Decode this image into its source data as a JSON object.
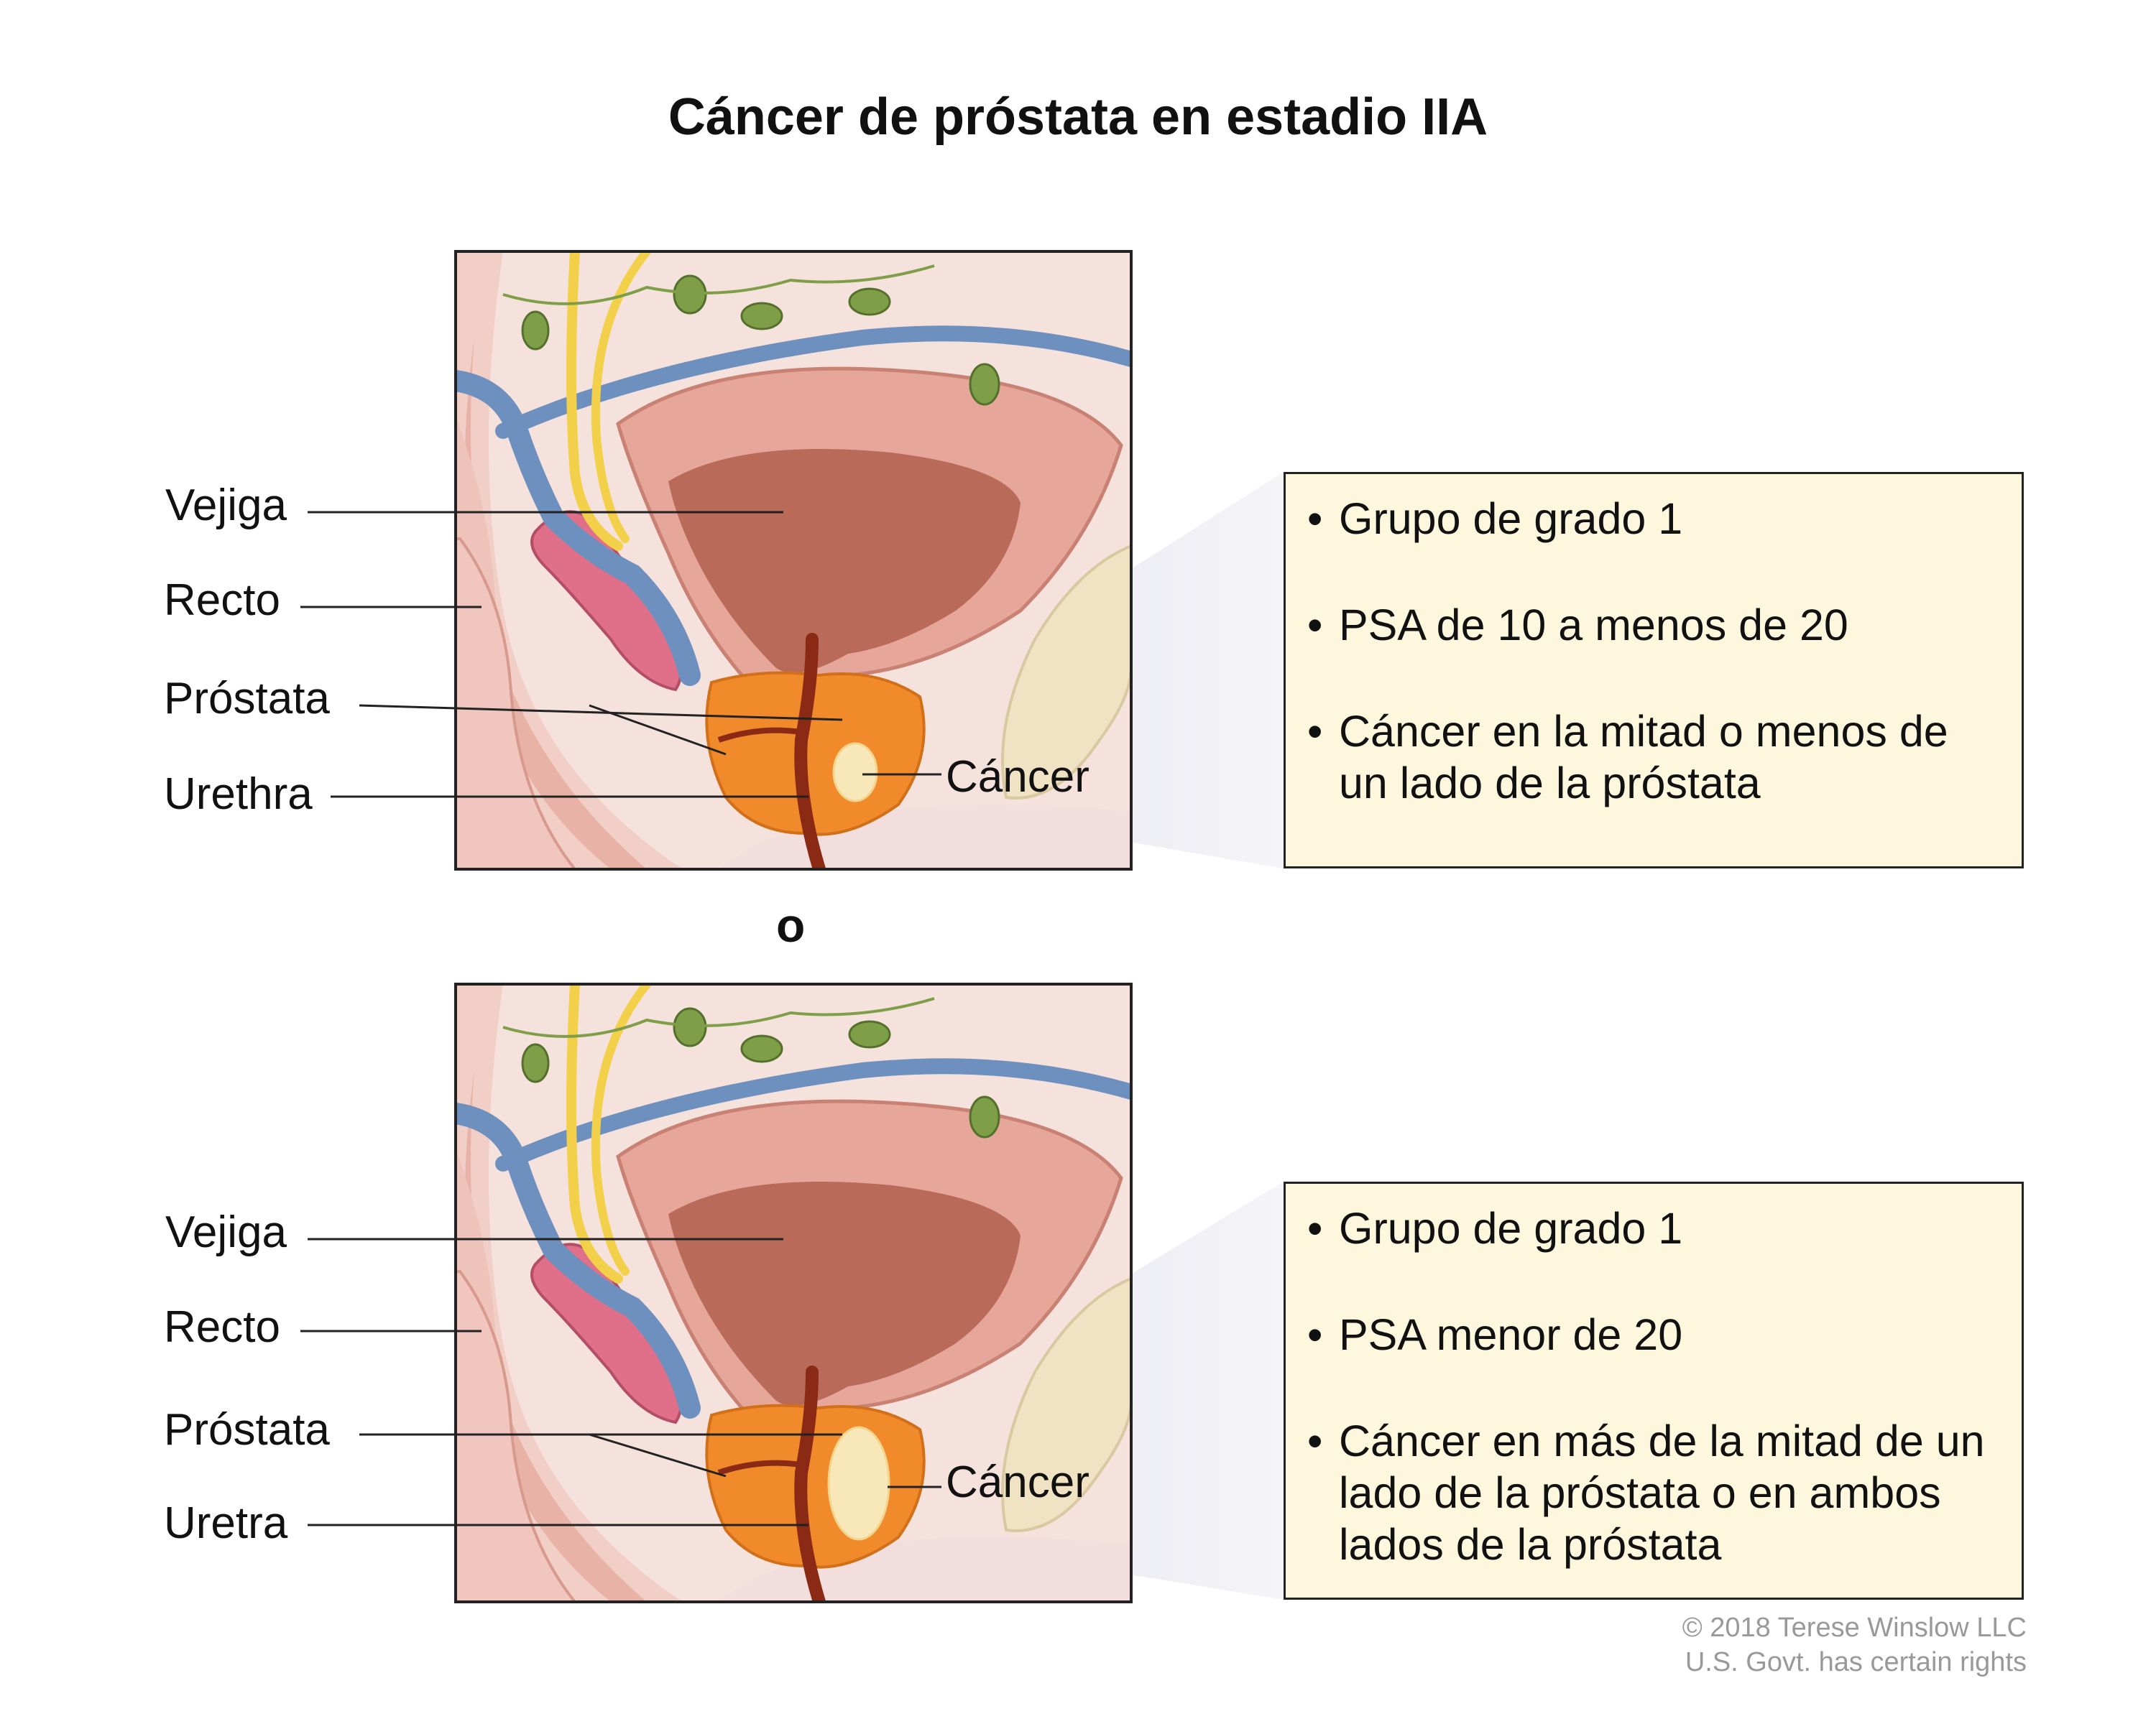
{
  "title": "Cáncer de próstata en estadio IIA",
  "separator": "o",
  "panels": [
    {
      "labels": {
        "bladder": "Vejiga",
        "rectum": "Recto",
        "prostate": "Próstata",
        "urethra": "Urethra",
        "cancer": "Cáncer"
      },
      "bullets": [
        "Grupo de grado 1",
        "PSA de 10 a menos de 20",
        "Cáncer en la mitad o menos de un lado de la próstata"
      ]
    },
    {
      "labels": {
        "bladder": "Vejiga",
        "rectum": "Recto",
        "prostate": "Próstata",
        "urethra": "Uretra",
        "cancer": "Cáncer"
      },
      "bullets": [
        "Grupo de grado 1",
        "PSA menor de 20",
        "Cáncer en más de la mitad de un lado de la próstata o en ambos lados de la próstata"
      ]
    }
  ],
  "bullet_symbol": "•",
  "credit": {
    "line1": "© 2018 Terese Winslow LLC",
    "line2": "U.S. Govt. has certain rights"
  },
  "colors": {
    "tissue": "#f2d6d0",
    "bladder_wall": "#e6a79a",
    "bladder_lumen": "#b96a58",
    "prostate": "#f08a2a",
    "urethra": "#8a2a14",
    "vein": "#6e90bf",
    "nerve": "#f2d04a",
    "node": "#7e9e48",
    "seminal": "#e0708a",
    "bone": "#efe3c4",
    "infobox": "#fdf7de"
  }
}
